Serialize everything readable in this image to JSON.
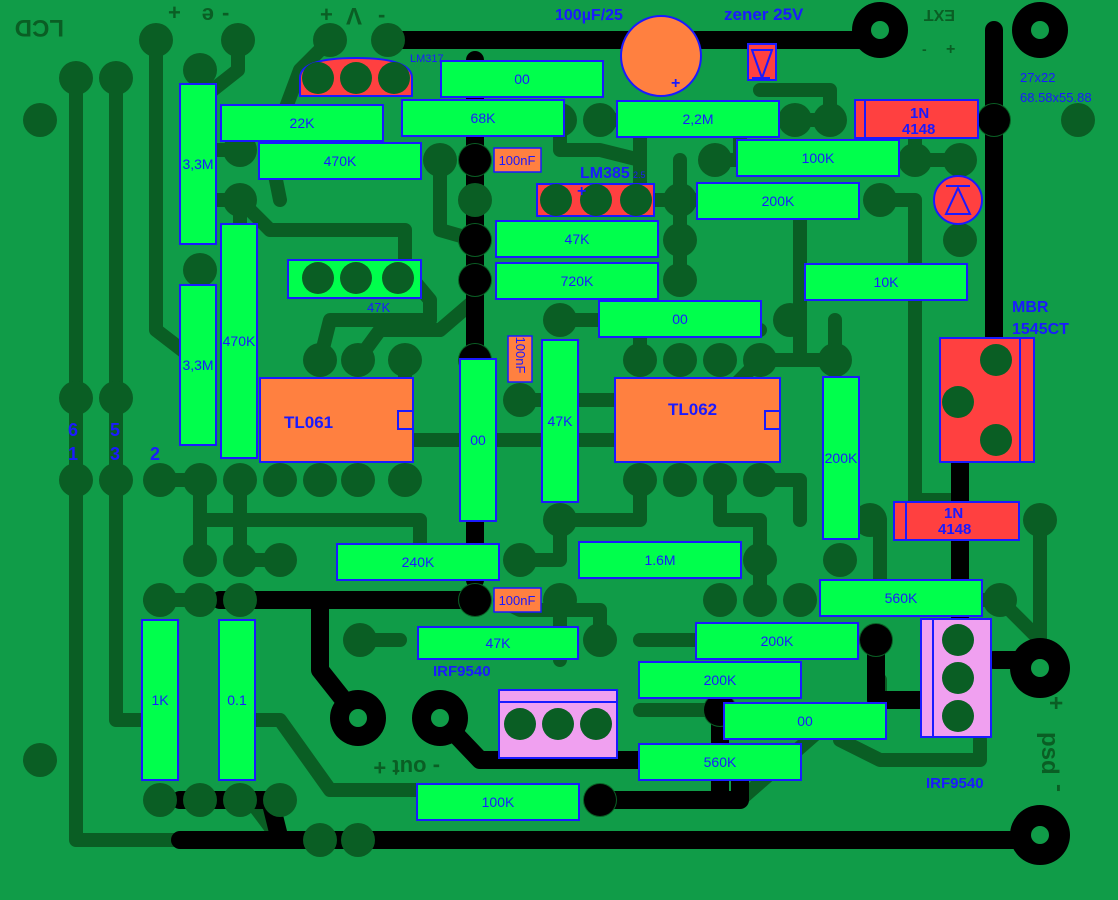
{
  "board": {
    "size_label": "27x22",
    "size_mm": "68.58x55.88",
    "colors": {
      "board": "#109c48",
      "copper": "#0a5e24",
      "wire": "#000000",
      "resistor": "#00ff4c",
      "ic": "#ff8040",
      "red_part": "#ff4040",
      "pink_part": "#f0a0f0",
      "label_blue": "#1a1aff"
    }
  },
  "header_labels": {
    "lcd": "LCD",
    "e_minus": "-",
    "e_letter": "e",
    "e_plus": "+",
    "v_plus": "+",
    "v_letter": "V",
    "v_minus": "-",
    "ext": "EXT",
    "ext_minus": "-",
    "ext_plus": "+",
    "out": "- out +",
    "psd": "psd",
    "psd_plus": "+",
    "psd_minus": "-"
  },
  "pin_numbers": {
    "p6": "6",
    "p5": "5",
    "p1": "1",
    "p3": "3",
    "p2": "2"
  },
  "components": {
    "cap_100uf": "100µF/25",
    "cap_plus": "+",
    "zener": "zener 25V",
    "lm317": "LM317",
    "lm385": "LM385",
    "lm385_sub": "2.5",
    "lm385_plus": "+",
    "tl061": "TL061",
    "tl062": "TL062",
    "mbr_1": "MBR",
    "mbr_2": "1545CT",
    "d1_a": "1N",
    "d1_b": "4148",
    "d2_a": "1N",
    "d2_b": "4148",
    "irf_left": "IRF9540",
    "irf_right": "IRF9540",
    "trim_47k": "47K"
  },
  "resistors": {
    "r_00_top": "00",
    "r_22k": "22K",
    "r_68k": "68K",
    "r_2m2": "2,2M",
    "r_470k_top": "470K",
    "c_100nf_top": "100nF",
    "r_100k_top": "100K",
    "r_3m3_top": "3,3M",
    "r_200k_top": "200K",
    "r_47k_mid": "47K",
    "r_720k": "720K",
    "r_10k": "10K",
    "r_470k_v": "470K",
    "r_00_mid": "00",
    "r_3m3_bot": "3,3M",
    "c_100nf_mid": "100nF",
    "r_00_v": "00",
    "r_47k_v": "47K",
    "r_200k_v": "200K",
    "r_240k": "240K",
    "r_1m6": "1.6M",
    "c_100nf_bot": "100nF",
    "r_560k_top": "560K",
    "r_47k_bot": "47K",
    "r_200k_a": "200K",
    "r_200k_b": "200K",
    "r_1k": "1K",
    "r_01": "0.1",
    "r_00_low": "00",
    "r_560k_bot": "560K",
    "r_100k_bot": "100K"
  }
}
